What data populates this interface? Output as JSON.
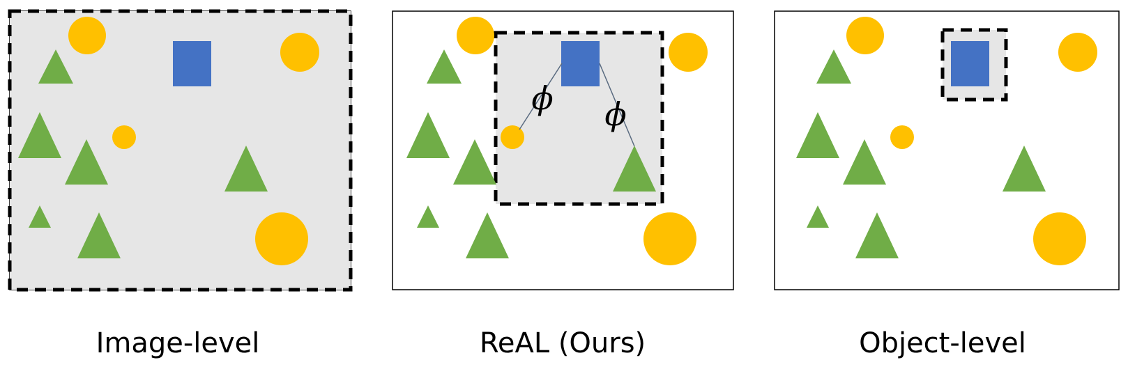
{
  "panels": [
    {
      "caption": "Image-level"
    },
    {
      "caption": "ReAL (Ours)"
    },
    {
      "caption": "Object-level"
    }
  ],
  "relation_symbol": "ϕ",
  "colors": {
    "circle": "#FFC000",
    "triangle": "#70AD47",
    "square": "#4472C4",
    "highlight": "#E6E6E6",
    "dashed_border": "#000000",
    "panel_border": "#000000",
    "relation_line": "#5A6B80"
  }
}
